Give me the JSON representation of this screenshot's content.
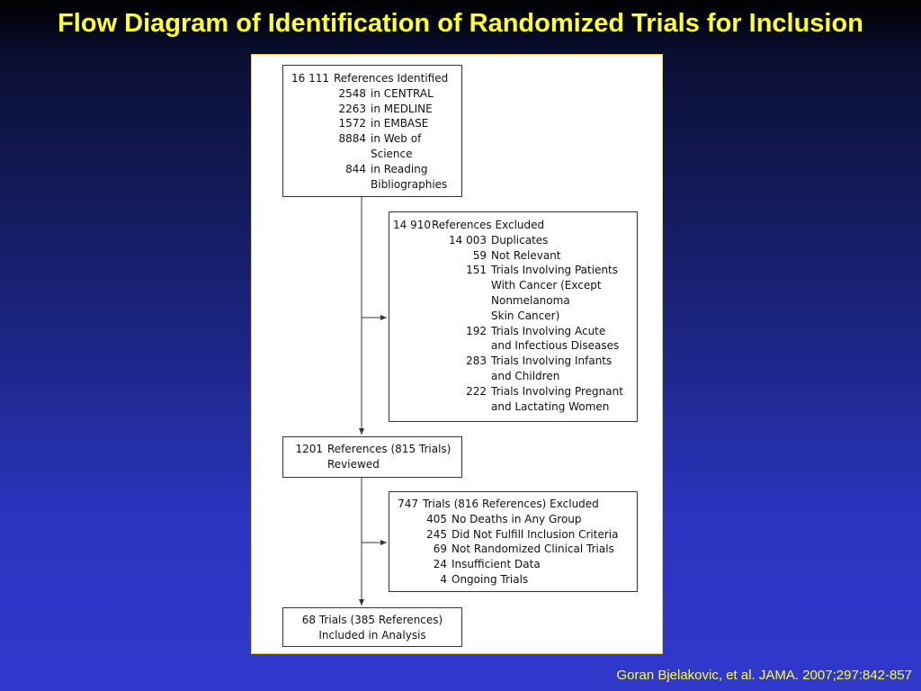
{
  "title": "Flow Diagram of Identification of Randomized Trials for Inclusion",
  "citation": "Goran Bjelakovic, et al. JAMA. 2007;297:842-857",
  "diagram": {
    "identified": {
      "header_num": "16 111",
      "header_label": "References Identified",
      "items": [
        {
          "num": "2548",
          "label": "in CENTRAL"
        },
        {
          "num": "2263",
          "label": "in MEDLINE"
        },
        {
          "num": "1572",
          "label": "in EMBASE"
        },
        {
          "num": "8884",
          "label": "in Web of"
        },
        {
          "num": "",
          "label": "Science"
        },
        {
          "num": "844",
          "label": "in Reading"
        },
        {
          "num": "",
          "label": "Bibliographies"
        }
      ]
    },
    "excluded_refs": {
      "header_num": "14 910",
      "header_label": "References  Excluded",
      "items": [
        {
          "num": "14 003",
          "label": "Duplicates"
        },
        {
          "num": "59",
          "label": "Not Relevant"
        },
        {
          "num": "151",
          "label": "Trials Involving Patients"
        },
        {
          "num": "",
          "label": "With Cancer (Except"
        },
        {
          "num": "",
          "label": "Nonmelanoma"
        },
        {
          "num": "",
          "label": "Skin Cancer)"
        },
        {
          "num": "192",
          "label": "Trials Involving Acute"
        },
        {
          "num": "",
          "label": "and Infectious Diseases"
        },
        {
          "num": "283",
          "label": "Trials Involving Infants"
        },
        {
          "num": "",
          "label": "and Children"
        },
        {
          "num": "222",
          "label": "Trials Involving Pregnant"
        },
        {
          "num": "",
          "label": "and Lactating Women"
        }
      ]
    },
    "reviewed": {
      "header_num": "1201",
      "header_label": "References (815 Trials)",
      "line2": "Reviewed"
    },
    "excluded_trials": {
      "header_num": "747",
      "header_label": "Trials (816 References) Excluded",
      "items": [
        {
          "num": "405",
          "label": "No Deaths in Any Group"
        },
        {
          "num": "245",
          "label": "Did Not Fulfill Inclusion Criteria"
        },
        {
          "num": "69",
          "label": "Not Randomized Clinical Trials"
        },
        {
          "num": "24",
          "label": "Insufficient Data"
        },
        {
          "num": "4",
          "label": "Ongoing Trials"
        }
      ]
    },
    "included": {
      "line1": "68  Trials (385 References)",
      "line2": "Included in Analysis"
    }
  }
}
